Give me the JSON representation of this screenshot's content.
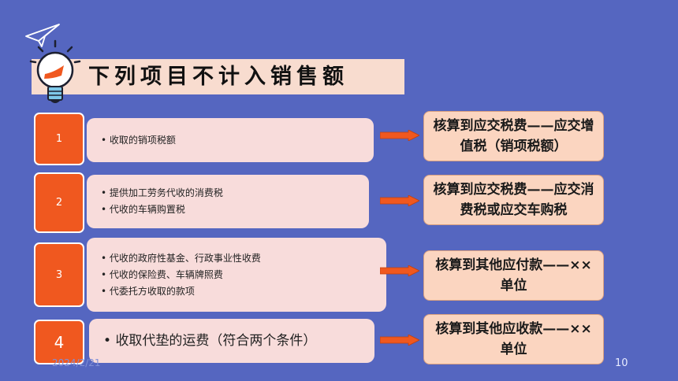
{
  "title": "下列项目不计入销售额",
  "rows": [
    {
      "number": "1",
      "items": [
        "收取的销项税额"
      ],
      "result": "核算到应交税费——应交增值税（销项税额）"
    },
    {
      "number": "2",
      "items": [
        "提供加工劳务代收的消费税",
        "代收的车辆购置税"
      ],
      "result": "核算到应交税费——应交消费税或应交车购税"
    },
    {
      "number": "3",
      "items": [
        "代收的政府性基金、行政事业性收费",
        "代收的保险费、车辆牌照费",
        "代委托方收取的款项"
      ],
      "result": "核算到其他应付款——××单位"
    },
    {
      "number": "4",
      "items": [
        "收取代垫的运费（符合两个条件）"
      ],
      "result": "核算到其他应收款——××单位"
    }
  ],
  "footer": {
    "date": "2024/2/21",
    "page": "10"
  },
  "icons": [
    "paper-plane-icon",
    "lightbulb-icon",
    "arrow-right-icon"
  ],
  "colors": {
    "background": "#5566c0",
    "accent": "#f0581f",
    "title_bg": "#f8dccf",
    "content_bg": "#f8dcdb",
    "result_bg": "#fbd5c0"
  }
}
